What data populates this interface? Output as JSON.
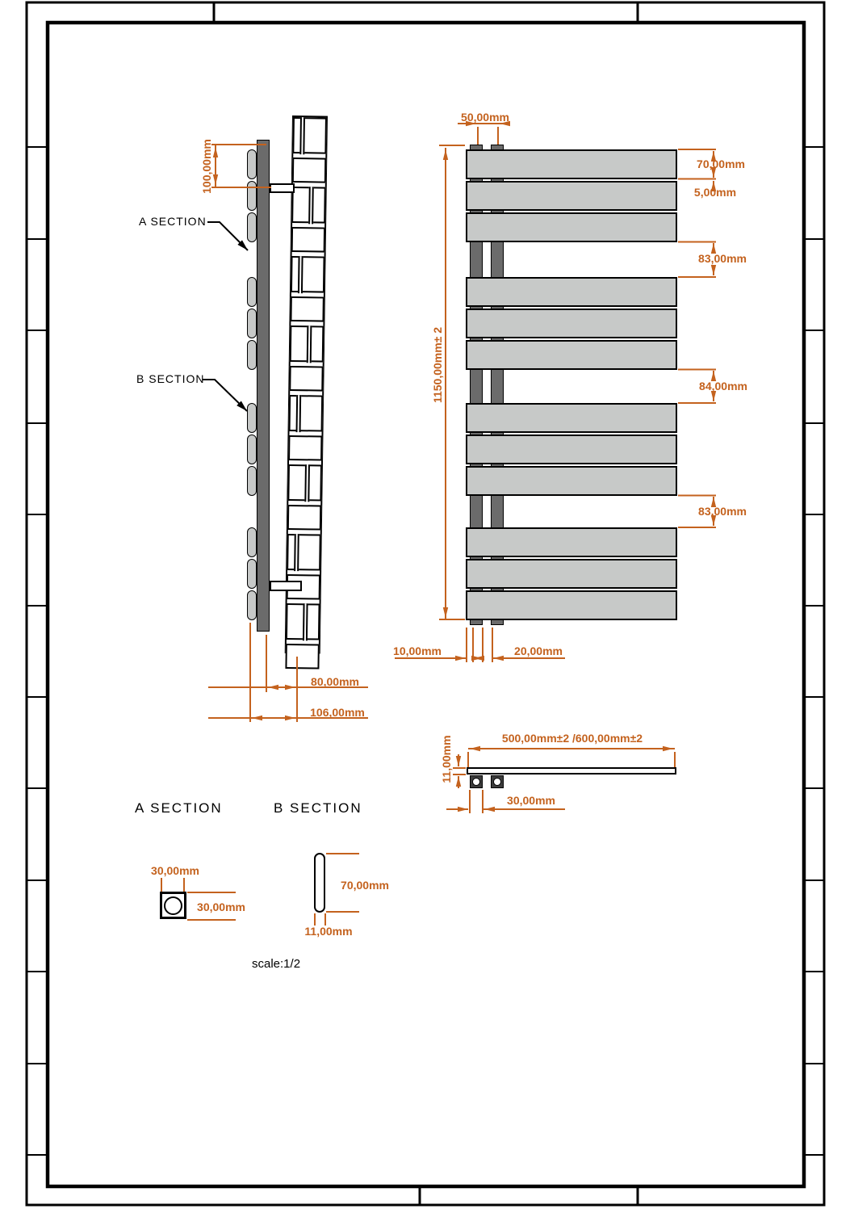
{
  "sheet": {
    "scale_note": "scale:1/2"
  },
  "callouts": {
    "a": "A SECTION",
    "b": "B SECTION"
  },
  "sections": {
    "a_heading": "A SECTION",
    "b_heading": "B SECTION",
    "a_width": "30,00mm",
    "a_height": "30,00mm",
    "b_height": "70,00mm",
    "b_width": "11,00mm"
  },
  "front_view": {
    "pipe_spacing": "50,00mm",
    "overall_height": "1150,00mm± 2",
    "panel_height": "70,00mm",
    "panel_gap": "5,00mm",
    "group_gap_top": "83,00mm",
    "group_gap_middle": "84,00mm",
    "group_gap_bottom": "83,00mm",
    "bottom_offset_left": "10,00mm",
    "bottom_offset_right": "20,00mm",
    "structure": {
      "panel_groups": 4,
      "panels_per_group": 3
    }
  },
  "side_view": {
    "top_bracket_offset": "100,00mm",
    "depth_to_wall": "80,00mm",
    "overall_depth": "106,00mm"
  },
  "top_view": {
    "width_variants": "500,00mm±2 /600,00mm±2",
    "panel_thickness": "11,00mm",
    "pipe_size": "30,00mm"
  },
  "colors": {
    "dimension": "#C4621E",
    "panel_fill": "#C7C9C8",
    "pipe_fill": "#6B6B6B",
    "line": "#000000"
  }
}
